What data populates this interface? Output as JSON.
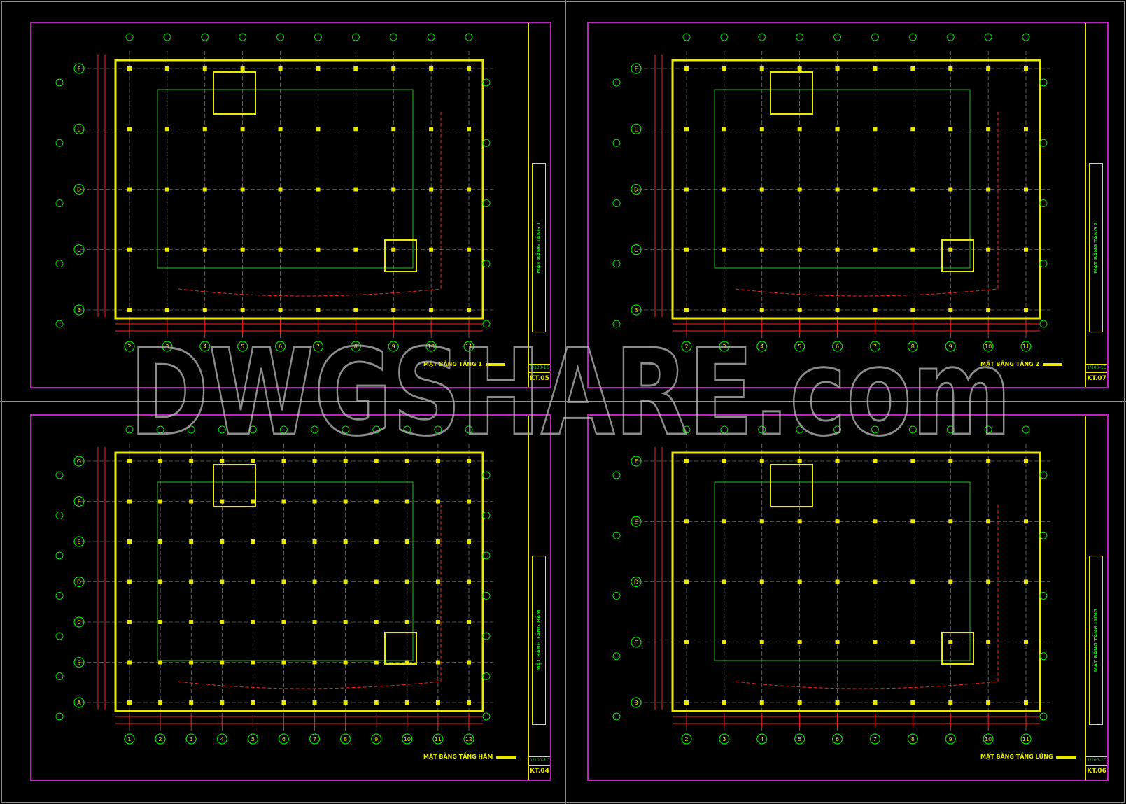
{
  "watermark": "DWGSHARE.com",
  "sheets": [
    {
      "title": "MẶT BẰNG TẦNG 1",
      "sheet_no": "KT.05",
      "code": "1/100-1C",
      "strip_text": "MẶT BẰNG TẦNG 1",
      "columns": [
        "2",
        "3",
        "4",
        "5",
        "6",
        "7",
        "8",
        "9",
        "10",
        "11"
      ],
      "rows": [
        "B",
        "C",
        "D",
        "E",
        "F"
      ]
    },
    {
      "title": "MẶT BẰNG TẦNG 2",
      "sheet_no": "KT.07",
      "code": "1/100-1C",
      "strip_text": "MẶT BẰNG TẦNG 2",
      "columns": [
        "2",
        "3",
        "4",
        "5",
        "6",
        "7",
        "8",
        "9",
        "10",
        "11"
      ],
      "rows": [
        "B",
        "C",
        "D",
        "E",
        "F"
      ]
    },
    {
      "title": "MẶT BẰNG TẦNG HẦM",
      "sheet_no": "KT.04",
      "code": "1/100-1C",
      "strip_text": "MẶT BẰNG TẦNG HẦM",
      "columns": [
        "1",
        "2",
        "3",
        "4",
        "5",
        "6",
        "7",
        "8",
        "9",
        "10",
        "11",
        "12"
      ],
      "rows": [
        "A",
        "B",
        "C",
        "D",
        "E",
        "F",
        "G"
      ]
    },
    {
      "title": "MẶT BẰNG TẦNG LỬNG",
      "sheet_no": "KT.06",
      "code": "1/100-1C",
      "strip_text": "MẶT BẰNG TẦNG LỬNG",
      "columns": [
        "2",
        "3",
        "4",
        "5",
        "6",
        "7",
        "8",
        "9",
        "10",
        "11"
      ],
      "rows": [
        "B",
        "C",
        "D",
        "E",
        "F"
      ]
    }
  ],
  "colors": {
    "frame": "#c020c0",
    "wall": "#e8e800",
    "dimension": "#ff2020",
    "bubble": "#00e000",
    "grid": "#9a9a9a",
    "separator": "#8a8a8a"
  }
}
